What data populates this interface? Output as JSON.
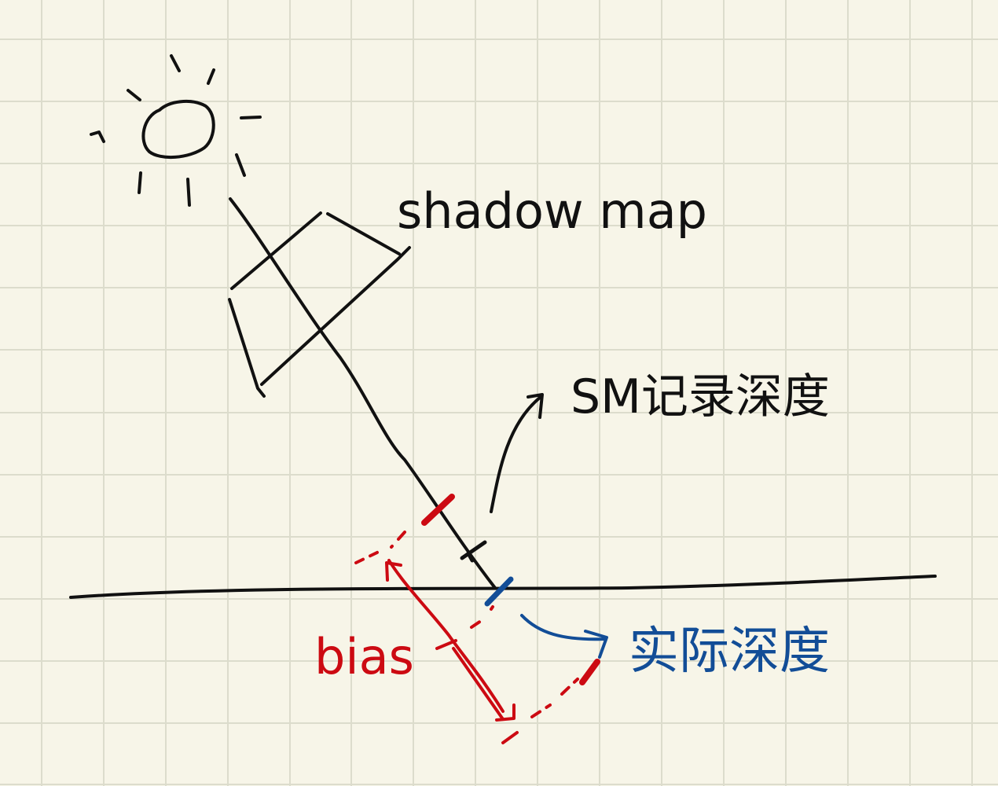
{
  "labels": {
    "shadow_map": "shadow map",
    "sm_depth": "SM记录深度",
    "actual_depth": "实际深度",
    "bias": "bias"
  },
  "colors": {
    "paper": "#f7f5e8",
    "grid": "#dcdccc",
    "ink": "#111111",
    "bias": "#cc0a12",
    "actual": "#124d97"
  }
}
